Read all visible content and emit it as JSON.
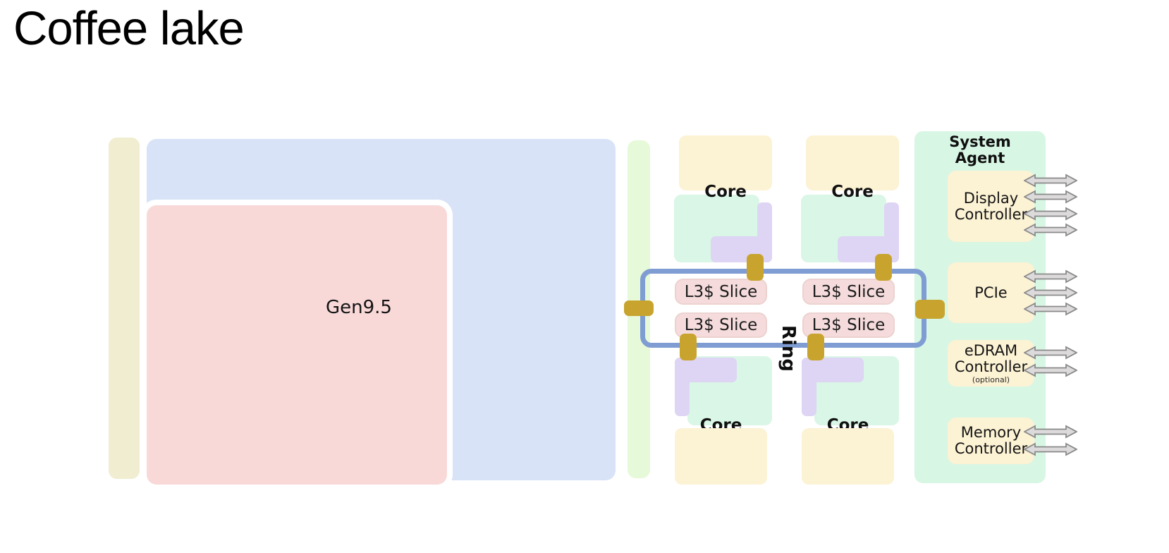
{
  "title": "Coffee lake",
  "labels": {
    "gpu": "Gen9.5",
    "core": "Core",
    "l3_slice": "L3$ Slice",
    "ring": "Ring"
  },
  "system_agent": {
    "title_line1": "System",
    "title_line2": "Agent",
    "blocks": [
      {
        "lines": [
          "Display",
          "Controller"
        ],
        "arrows": 4
      },
      {
        "lines": [
          "PCIe"
        ],
        "arrows": 3
      },
      {
        "lines": [
          "eDRAM",
          "Controller"
        ],
        "note": "(optional)",
        "arrows": 2
      },
      {
        "lines": [
          "Memory",
          "Controller"
        ],
        "arrows": 2
      }
    ]
  },
  "colors": {
    "tan_strip": "#f0edd0",
    "gpu_container_blue": "#d8e3f8",
    "gpu_pink": "#f8d9d8",
    "cream_block": "#fcf2d4",
    "mint_block": "#d9f6e6",
    "system_agent_mint": "#d8f6e4",
    "green_strip": "#e6f9d8",
    "purple_block": "#ded4f4",
    "l3_pink": "#f5dbdb",
    "ring_blue": "#7f9dd3",
    "gold_connector": "#c8a42e",
    "arrow_fill": "#dcdadb",
    "arrow_stroke": "#8a8a8a",
    "text": "#141414"
  }
}
